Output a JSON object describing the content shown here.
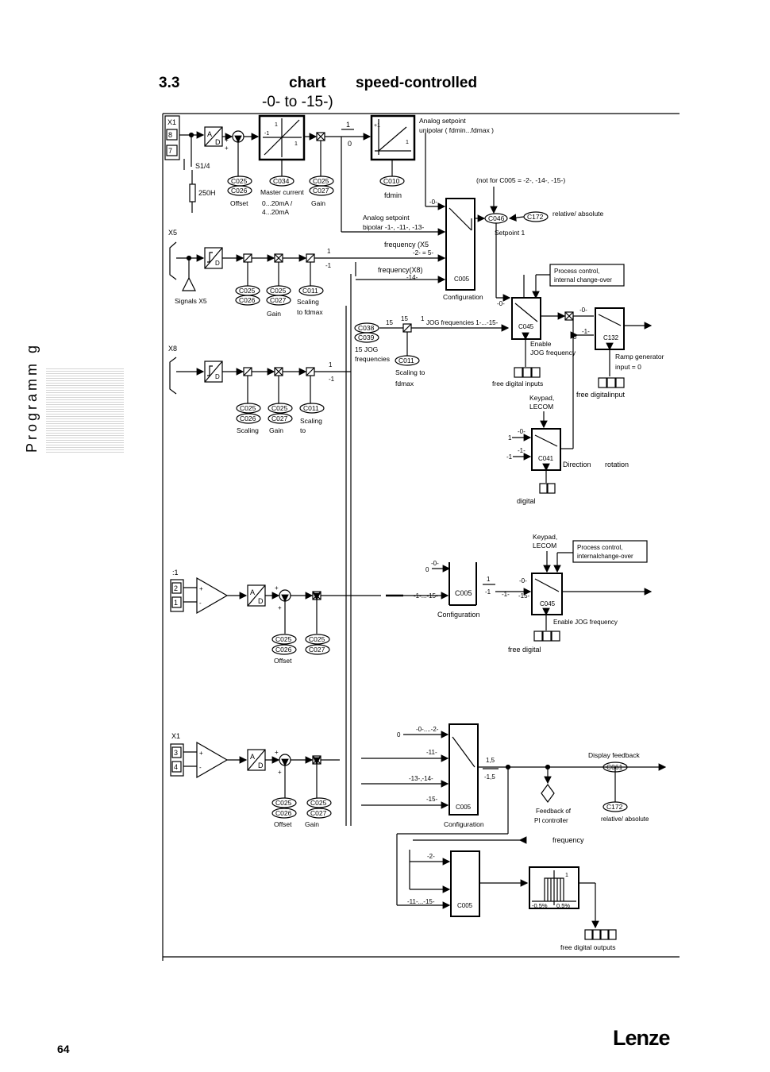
{
  "page": {
    "section_number": "3.3",
    "title_word_1": "chart",
    "title_word_2": "speed-controlled",
    "subtitle": "-0- to -15-)",
    "side_label": "Programm g",
    "page_number": "64",
    "logo": "Lenze"
  },
  "diagram": {
    "terminals": {
      "x1_top": "X1",
      "x1_pins": [
        "8",
        "7"
      ],
      "s14": "S1/4",
      "resistor": "250H",
      "x5": "X5",
      "x8": "X8",
      "x1_mid": ":1",
      "x1_mid_pins": [
        "2",
        "1"
      ],
      "x1_bot": "X1",
      "x1_bot_pins": [
        "3",
        "4"
      ]
    },
    "codes": {
      "c025": "C025",
      "c026": "C026",
      "c027": "C027",
      "c034": "C034",
      "c010": "C010",
      "c011": "C011",
      "c038": "C038",
      "c039": "C039",
      "c046": "C046",
      "c172": "C172",
      "c005": "C005",
      "c045": "C045",
      "c132": "C132",
      "c041": "C041",
      "c061": "C061"
    },
    "labels": {
      "analog_setpoint": "Analog setpoint",
      "unipolar": "unipolar ( fdmin...fdmax )",
      "offset": "Offset",
      "master_current": "Master current",
      "range1": "0...20mA /",
      "range2": "4...20mA",
      "gain": "Gain",
      "fdmin": "fdmin",
      "not_for": "(not for C005 = -2-, -14-, -15-)",
      "relative_absolute": "relative/ absolute",
      "relative_absolute_2": "relative/ absolute",
      "setpoint1": "Setpoint 1",
      "analog_setpoint_bipolar": "Analog setpoint",
      "bipolar": "bipolar  -1-, -11-, -13-",
      "freq_x5": "frequency (X5",
      "freq_x5_sel": "-2- = 5-",
      "freq_x8": "frequency(X8)",
      "freq_x8_sel": "-14-",
      "configuration": "Configuration",
      "configuration_2": "Configuration",
      "configuration_3": "Configuration",
      "process_control": "Process control,",
      "internal_changeover": "internal change-over",
      "process_control_2": "Process control,",
      "internal_changeover_2": "internalchange-over",
      "signals_x5": "Signals X5",
      "gain_x5": "Gain",
      "scaling_x5": "Scaling",
      "to_fdmax": "to fdmax",
      "jog15": "15 JOG",
      "jog_freqs": "frequencies",
      "jog_freq_sel": "JOG frequencies 1-...-15-",
      "scaling_to": "Scaling to",
      "fdmax": "fdmax",
      "enable_jog": "Enable",
      "jog_frequency": "JOG frequency",
      "free_digital_inputs": "free digital inputs",
      "ramp_generator": "Ramp generator",
      "input_zero": "input = 0",
      "free_digitalinput": "free digitalinput",
      "keypad": "Keypad,",
      "lecom": "LECOM",
      "keypad_2": "Keypad,",
      "lecom_2": "LECOM",
      "direction": "Direction",
      "rotation": "rotation",
      "digital": "digital",
      "scaling_x8": "Scaling",
      "gain_x8": "Gain",
      "scaling2_x8": "Scaling",
      "to_x8": "to",
      "offset_mid": "Offset",
      "enable_jog_freq": "Enable JOG frequency",
      "free_digital": "free digital",
      "display_feedback": "Display feedback",
      "feedback_pi": "Feedback of",
      "pi_controller": "PI controller",
      "frequency": "frequency",
      "offset_bot": "Offset",
      "gain_bot": "Gain",
      "free_digital_outputs": "free digital outputs",
      "window_neg": "-0.5%",
      "window_pos": "0.5%",
      "sel_0_2": "-0-....-2-",
      "sel_11": "-11-",
      "sel_13_14": "-13-,-14-",
      "sel_15": "-15-",
      "sel_2": "-2-",
      "sel_11_15": "-11-...-15-",
      "sel_1_15": "-1-...-15-",
      "sel_0": "-0-",
      "sel_1": "-1-",
      "sel_15b": "-15-",
      "c132_0": "-0-",
      "c132_1": "-1-",
      "gain_factor_pos": "1,5",
      "gain_factor_neg": "-1,5",
      "jog_1": "1",
      "jog_15": "15"
    }
  }
}
